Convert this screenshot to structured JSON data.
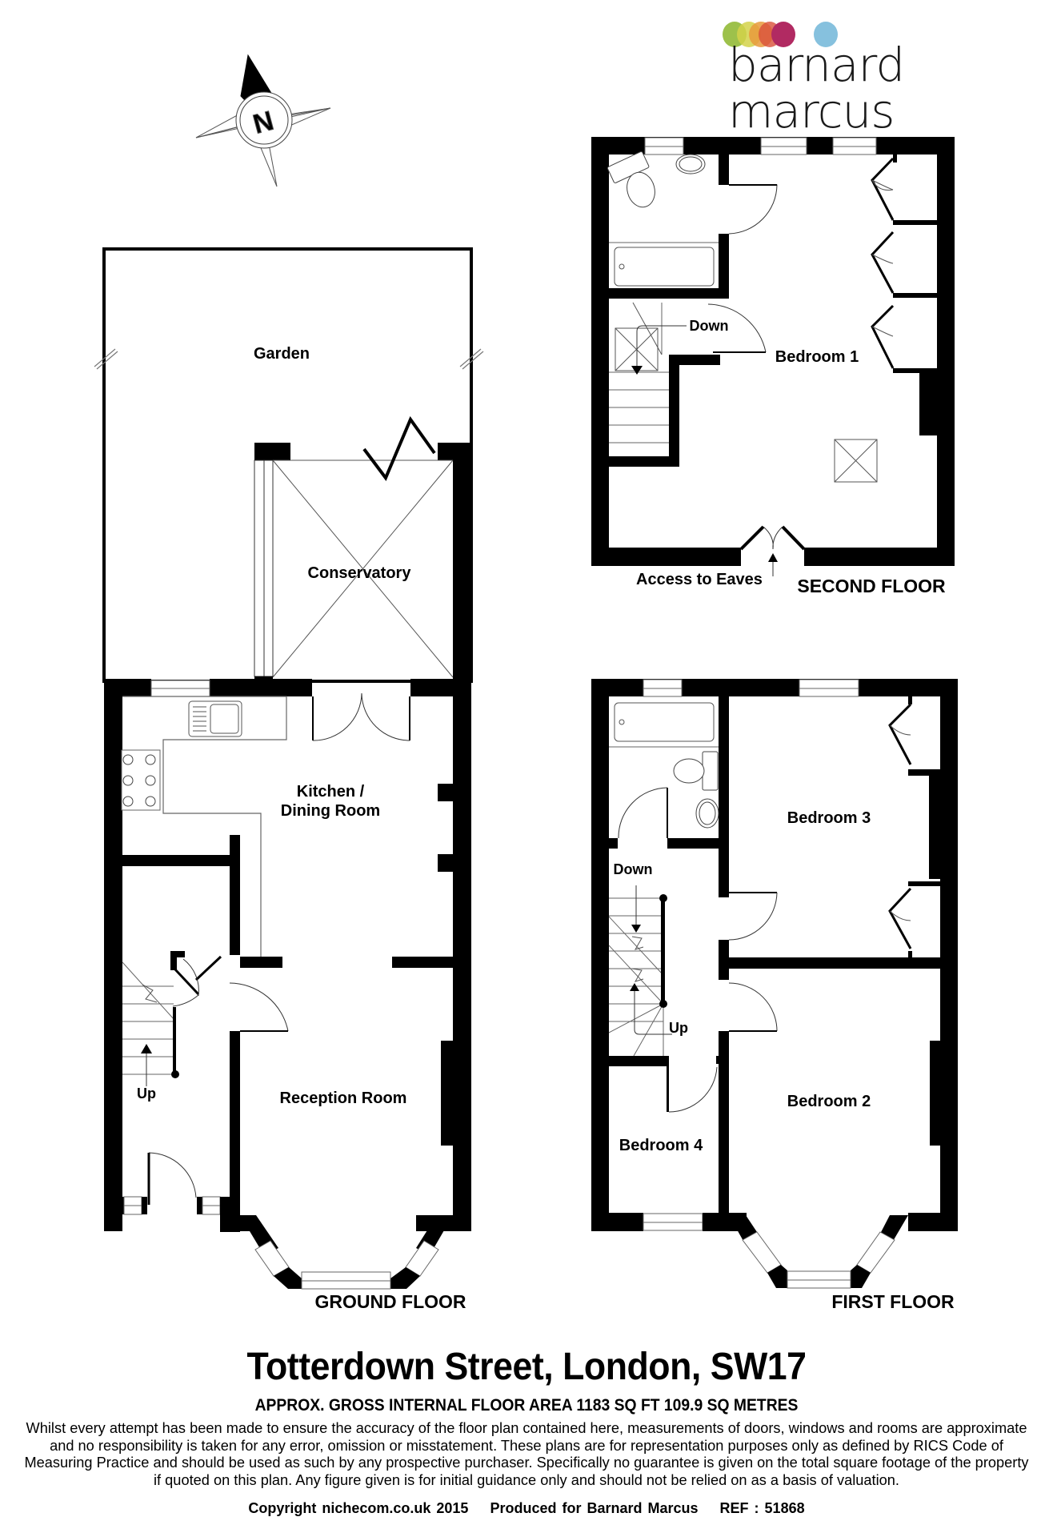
{
  "brand": {
    "name": "barnard marcus",
    "dot_colors": [
      "#9dc14b",
      "#d4d24a",
      "#e89a3c",
      "#d9503a",
      "#b12a62",
      "#86c1de"
    ]
  },
  "compass": {
    "label": "N",
    "icon": "north-compass-icon"
  },
  "floors": {
    "ground": {
      "label": "GROUND FLOOR",
      "rooms": {
        "garden": "Garden",
        "conservatory": "Conservatory",
        "kitchen_line1": "Kitchen /",
        "kitchen_line2": "Dining Room",
        "reception": "Reception Room",
        "stairs_up": "Up"
      }
    },
    "first": {
      "label": "FIRST FLOOR",
      "rooms": {
        "bedroom3": "Bedroom 3",
        "bedroom2": "Bedroom 2",
        "bedroom4": "Bedroom 4",
        "stairs_down": "Down",
        "stairs_up": "Up"
      }
    },
    "second": {
      "label": "SECOND FLOOR",
      "rooms": {
        "bedroom1": "Bedroom 1",
        "stairs_down": "Down",
        "eaves": "Access to Eaves"
      }
    }
  },
  "footer": {
    "title": "Totterdown Street, London, SW17",
    "area": "APPROX. GROSS INTERNAL FLOOR AREA 1183 SQ FT 109.9 SQ METRES",
    "disclaimer": "Whilst every attempt has been made to ensure the accuracy of the floor plan contained here, measurements of doors, windows and rooms are approximate and no responsibility is taken for any error, omission or misstatement. These plans are for representation purposes only as defined by RICS Code of Measuring Practice and should be used as such by any prospective purchaser.  Specifically no guarantee is given on the total square footage of the property if quoted on this plan. Any figure given is for initial guidance only and should not be relied on as a basis of valuation.",
    "copyright": "Copyright nichecom.co.uk 2015",
    "produced_for": "Produced for Barnard Marcus",
    "ref": "REF : 51868"
  }
}
